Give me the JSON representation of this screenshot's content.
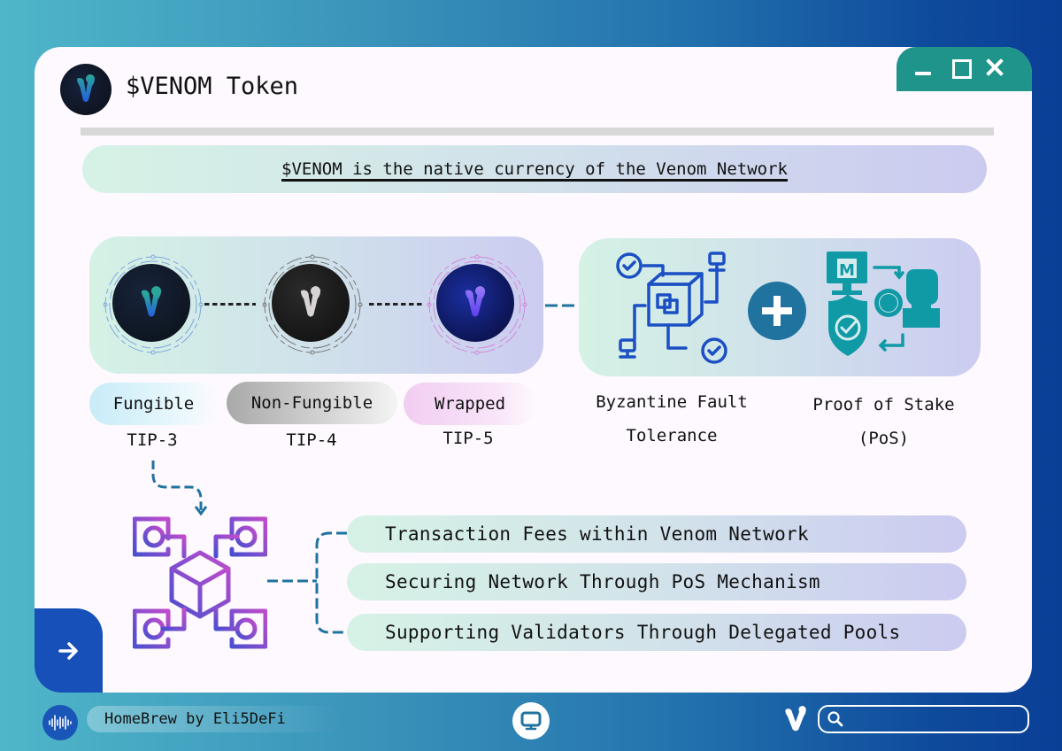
{
  "window": {
    "title": "$VENOM Token",
    "controls": {
      "minimize": "minimize-icon",
      "maximize": "maximize-icon",
      "close": "close-icon"
    }
  },
  "banner": {
    "text": "$VENOM is the native currency of the Venom Network"
  },
  "tokens": [
    {
      "type": "Fungible",
      "standard": "TIP-3",
      "accent": "#2aa79a"
    },
    {
      "type": "Non-Fungible",
      "standard": "TIP-4",
      "accent": "#d8d4d6"
    },
    {
      "type": "Wrapped",
      "standard": "TIP-5",
      "accent": "#7b5cf2"
    }
  ],
  "consensus": {
    "bft": {
      "line1": "Byzantine Fault",
      "line2": "Tolerance"
    },
    "pos": {
      "line1": "Proof of Stake",
      "line2": "(PoS)"
    },
    "join_icon": "plus-icon"
  },
  "utilities": [
    "Transaction Fees within Venom Network",
    "Securing Network Through PoS Mechanism",
    "Supporting Validators Through Delegated Pools"
  ],
  "footer": {
    "brand": "HomeBrew by Eli5DeFi",
    "search_placeholder": ""
  },
  "colors": {
    "accent_teal": "#1f948a",
    "accent_blue": "#1750b8",
    "connector": "#20739e",
    "bft_icon": "#1b4fc4",
    "pos_icon": "#0f9aa6"
  }
}
